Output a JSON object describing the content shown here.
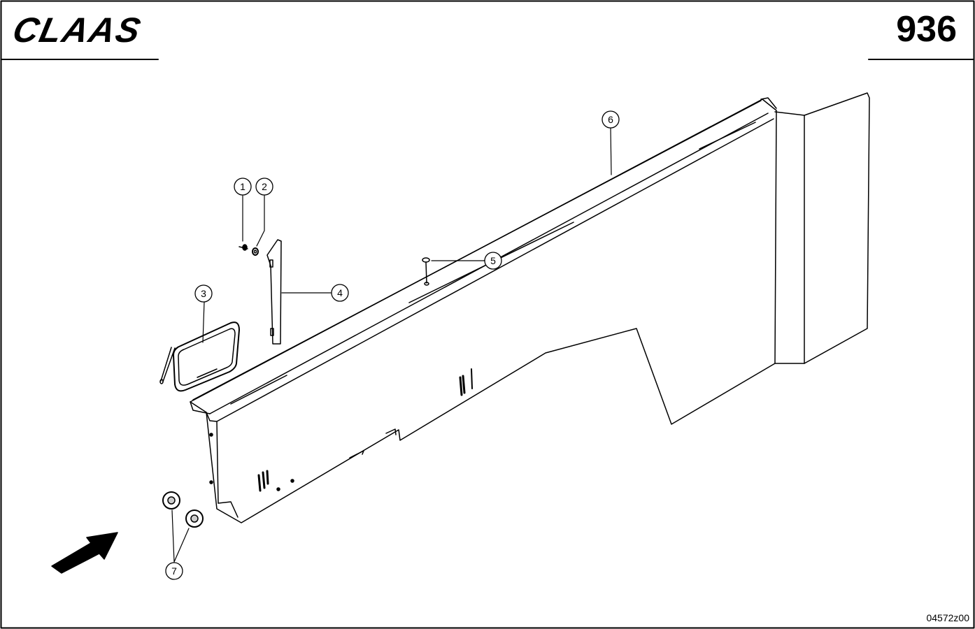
{
  "header": {
    "brand": "CLAAS",
    "page_number": "936"
  },
  "footer": {
    "drawing_id": "04572z00"
  },
  "callouts": [
    "1",
    "2",
    "3",
    "4",
    "5",
    "6",
    "7"
  ],
  "colors": {
    "line": "#000000",
    "paper": "#ffffff"
  }
}
